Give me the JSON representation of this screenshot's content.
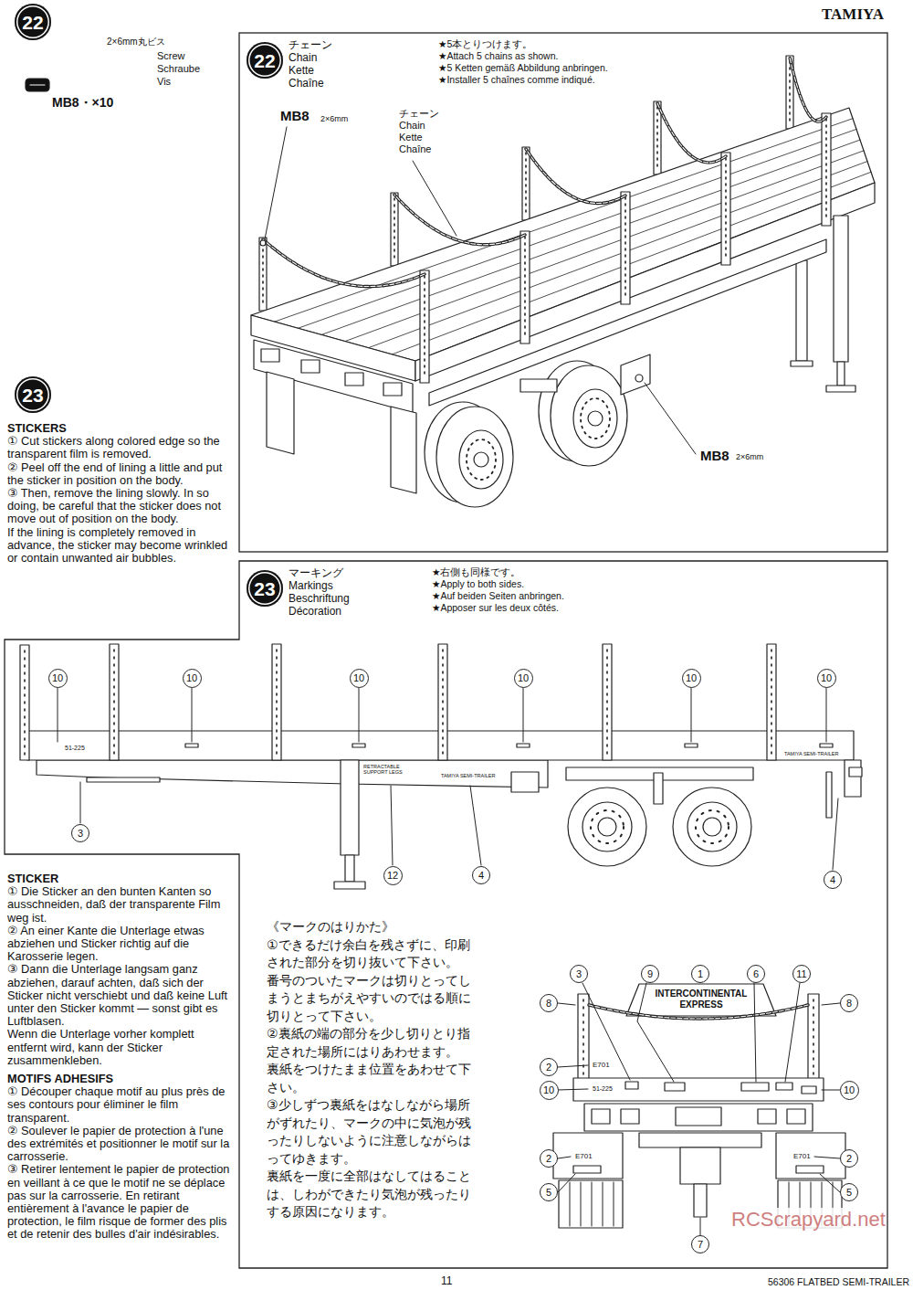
{
  "diagram": {
    "nodes": [
      {
        "text": [
          "22"
        ]
      },
      {
        "text": [
          "チェーン Chain Kette Chaîne",
          "★5本とりつけます。",
          "★Attach 5 chains as shown.",
          "★5 Ketten gemäß Abbildung anbringen.",
          "★Installer 5 chaînes comme indiqué."
        ]
      },
      {
        "text": [
          "22"
        ],
        "in": 1
      },
      {
        "text": [
          "23"
        ]
      },
      {
        "text": [
          "マーキング Markings Beschriftung Décoration",
          "★右側も同様です。",
          "★Apply to both sides.",
          "★Auf beiden Seiten anbringen.",
          "★Apposer sur les deux côtés."
        ]
      },
      {
        "text": [
          "23"
        ],
        "in": 4
      },
      {
        "text": [
          "10"
        ],
        "in": 4
      },
      {
        "text": [
          "10"
        ],
        "in": 4
      },
      {
        "text": [
          "10"
        ],
        "in": 4
      },
      {
        "text": [
          "10"
        ],
        "in": 4
      },
      {
        "text": [
          "10"
        ],
        "in": 4
      },
      {
        "text": [
          "10"
        ],
        "in": 4
      },
      {
        "text": [
          "3"
        ],
        "in": 4
      },
      {
        "text": [
          "12"
        ],
        "in": 4
      },
      {
        "text": [
          "4"
        ],
        "in": 4
      },
      {
        "text": [
          "4"
        ],
        "in": 4
      },
      {
        "text": [
          "3"
        ],
        "in": 4
      },
      {
        "text": [
          "9"
        ],
        "in": 4
      },
      {
        "text": [
          "1"
        ],
        "in": 4
      },
      {
        "text": [
          "6"
        ],
        "in": 4
      },
      {
        "text": [
          "11"
        ],
        "in": 4
      },
      {
        "text": [
          "8"
        ],
        "in": 4
      },
      {
        "text": [
          "8"
        ],
        "in": 4
      },
      {
        "text": [
          "2"
        ],
        "in": 4
      },
      {
        "text": [
          "10"
        ],
        "in": 4
      },
      {
        "text": [
          "10"
        ],
        "in": 4
      },
      {
        "text": [
          "2"
        ],
        "in": 4
      },
      {
        "text": [
          "2"
        ],
        "in": 4
      },
      {
        "text": [
          "5"
        ],
        "in": 4
      },
      {
        "text": [
          "5"
        ],
        "in": 4
      },
      {
        "text": [
          "7"
        ],
        "in": 4
      }
    ],
    "labels": [
      "TAMIYA",
      "2×6mm丸ビス",
      "Screw Schraube Vis",
      "MB8・×10",
      "MB8",
      "2×6mm",
      "チェーン Chain Kette Chaîne",
      "MB8",
      "2×6mm",
      "STICKERS",
      "① Cut stickers along colored edge so the transparent film is removed.",
      "② Peel off the end of lining a little and put the sticker in position on the body.",
      "③ Then, remove the lining slowly. In so doing, be careful that the sticker does not move out of position on the body.",
      "If the lining is completely removed in advance, the sticker may become wrinkled or contain unwanted air bubbles.",
      "51-225",
      "TAMIYA SEMI-TRAILER",
      "RETRACTABLE SUPPORT LEGS",
      "TAMIYA SEMI-TRAILER",
      "STICKER",
      "① Die Sticker an den bunten Kanten so ausschneiden, daß der transparente Film weg ist.",
      "② An einer Kante die Unterlage etwas abziehen und Sticker richtig auf die Karosserie legen.",
      "③ Dann die Unterlage langsam ganz abziehen, darauf achten, daß sich der Sticker nicht verschiebt und daß keine Luft unter den Sticker kommt — sonst gibt es Luftblasen.",
      "Wenn die Unterlage vorher komplett entfernt wird, kann der Sticker zusammenkleben.",
      "MOTIFS ADHESIFS",
      "① Découper chaque motif au plus près de ses contours pour éliminer le film transparent.",
      "② Soulever le papier de protection à l'une des extrémités et positionner le motif sur la carrosserie.",
      "③ Retirer lentement le papier de protection en veillant à ce que le motif ne se déplace pas sur la carrosserie. En retirant entièrement à l'avance le papier de protection, le film risque de former des plis et de retenir des bulles d'air indésirables.",
      "《マークのはりかた》",
      "①できるだけ余白を残さずに、印刷された部分を切り抜いて下さい。",
      "番号のついたマークは切りとってしまうとまちがえやすいのではる順に切りとって下さい。",
      "②裏紙の端の部分を少し切りとり指定された場所にはりあわせます。",
      "裏紙をつけたまま位置をあわせて下さい。",
      "③少しずつ裏紙をはなしながら場所がずれたり、マークの中に気泡が残ったりしないように注意しながらはってゆきます。",
      "裏紙を一度に全部はなしてはることは、しわができたり気泡が残ったりする原因になります。",
      "INTERCONTINENTAL EXPRESS",
      "E701",
      "51-225",
      "E701",
      "E701",
      "RCScrapyard.net",
      "11",
      "56306 FLATBED SEMI-TRAILER"
    ]
  }
}
